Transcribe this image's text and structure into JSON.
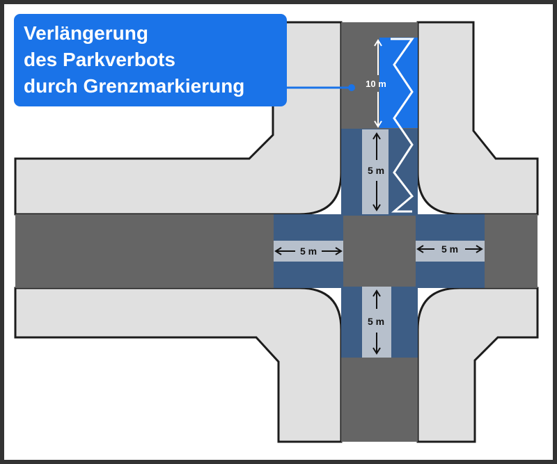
{
  "callout": {
    "lines": [
      "Verlängerung",
      "des Parkverbots",
      "durch Grenzmarkierung"
    ]
  },
  "measurements": {
    "zigzag": "10 m",
    "north": "5 m",
    "west": "5 m",
    "east": "5 m",
    "south": "5 m"
  },
  "colors": {
    "frame": "#333333",
    "background": "#ffffff",
    "sidewalk": "#e0e0e0",
    "curb": "#1c1c1c",
    "road": "#656565",
    "no_parking_zone": "#3d5d85",
    "crosswalk": "#b7c0cc",
    "zigzag_zone": "#1a73e8",
    "callout_bg": "#1a73e8",
    "zigzag_line": "#ffffff"
  }
}
